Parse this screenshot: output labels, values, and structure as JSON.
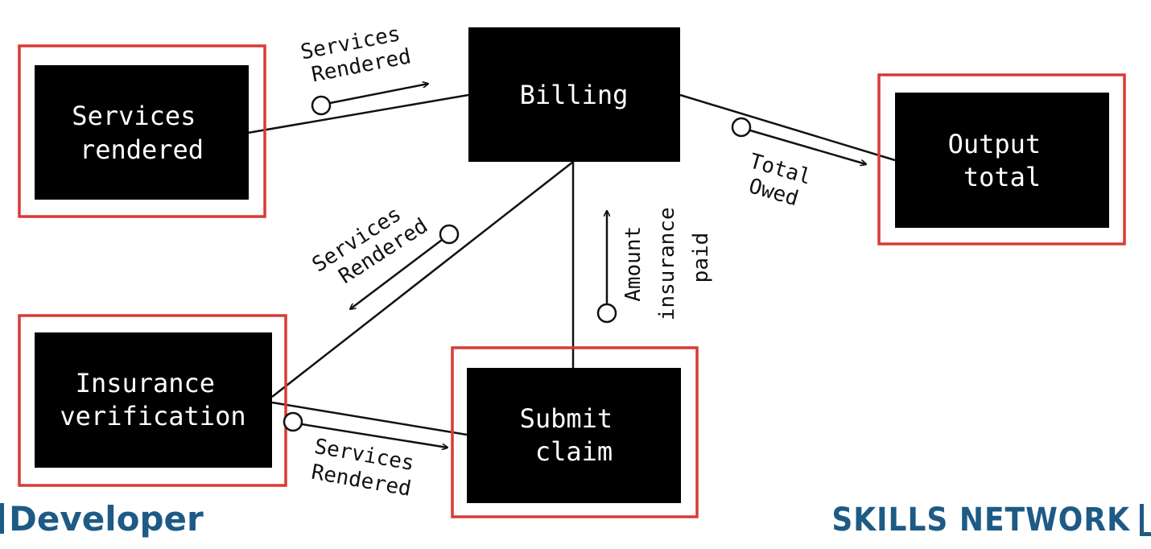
{
  "nodes": [
    {
      "id": "services-rendered",
      "lines": [
        "Services",
        "rendered"
      ],
      "highlighted": true
    },
    {
      "id": "billing",
      "lines": [
        "Billing"
      ],
      "highlighted": false
    },
    {
      "id": "output-total",
      "lines": [
        "Output",
        "total"
      ],
      "highlighted": true
    },
    {
      "id": "insurance-verification",
      "lines": [
        "Insurance",
        "verification"
      ],
      "highlighted": true
    },
    {
      "id": "submit-claim",
      "lines": [
        "Submit",
        "claim"
      ],
      "highlighted": true
    }
  ],
  "flows": [
    {
      "id": "services-to-billing",
      "lines": [
        "Services",
        "Rendered"
      ]
    },
    {
      "id": "billing-to-output",
      "lines": [
        "Total",
        "Owed"
      ]
    },
    {
      "id": "billing-to-insurance",
      "lines": [
        "Services",
        "Rendered"
      ]
    },
    {
      "id": "claim-to-billing",
      "lines": [
        "Amount",
        "insurance",
        "paid"
      ]
    },
    {
      "id": "insurance-to-claim",
      "lines": [
        "Services",
        "Rendered"
      ]
    }
  ],
  "footer": {
    "left_text": "Developer",
    "right_text": "SKILLS NETWORK"
  },
  "colors": {
    "node_fill": "#000000",
    "node_text": "#ffffff",
    "highlight_border": "#d93a35",
    "connector": "#111111",
    "brand": "#1d5a86"
  }
}
